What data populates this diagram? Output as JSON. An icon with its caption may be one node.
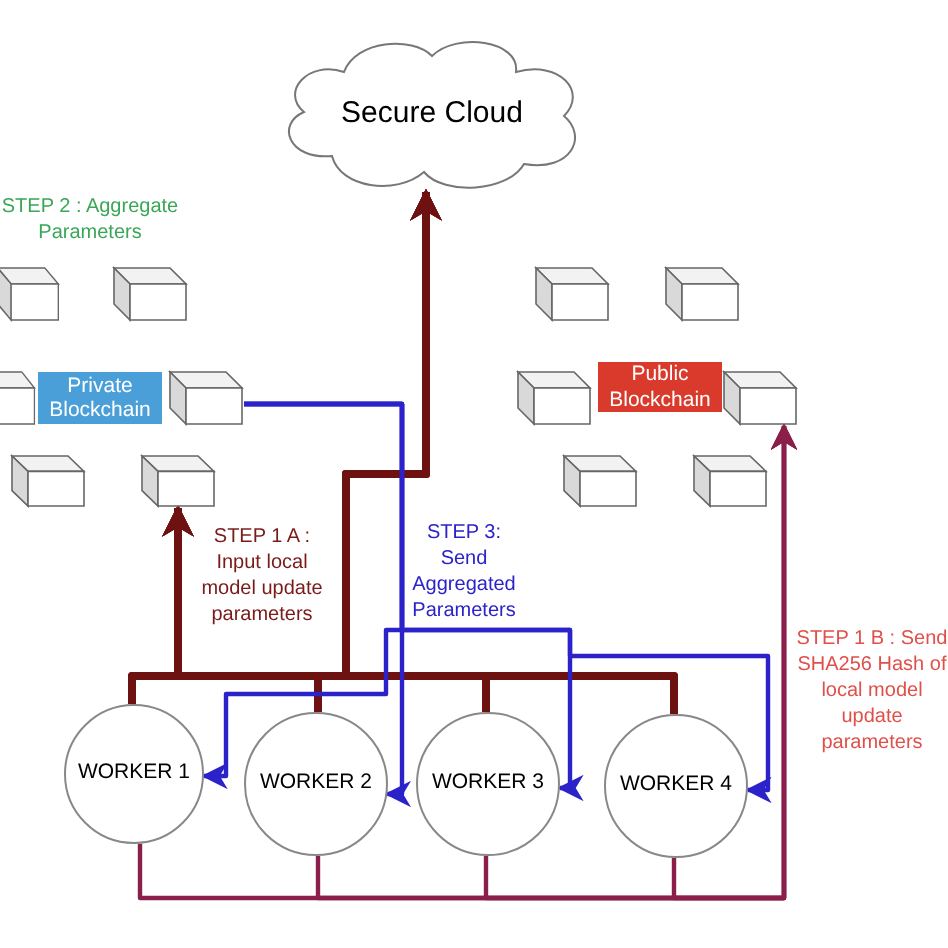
{
  "diagram": {
    "nodes": [
      {
        "text": [
          "Secure Cloud"
        ]
      },
      {
        "text": [],
        "shape": "cube"
      },
      {
        "text": [],
        "shape": "cube"
      },
      {
        "text": [],
        "shape": "cube"
      },
      {
        "text": [
          "Private Blockchain"
        ]
      },
      {
        "text": [],
        "shape": "cube"
      },
      {
        "text": [],
        "shape": "cube"
      },
      {
        "text": [],
        "shape": "cube"
      },
      {
        "text": [],
        "shape": "cube"
      },
      {
        "text": [],
        "shape": "cube"
      },
      {
        "text": [],
        "shape": "cube"
      },
      {
        "text": [
          "Public Blockchain"
        ]
      },
      {
        "text": [],
        "shape": "cube"
      },
      {
        "text": [],
        "shape": "cube"
      },
      {
        "text": [],
        "shape": "cube"
      },
      {
        "text": [
          "WORKER 1"
        ]
      },
      {
        "text": [
          "WORKER 2"
        ]
      },
      {
        "text": [
          "WORKER 3"
        ]
      },
      {
        "text": [
          "WORKER 4"
        ]
      }
    ],
    "edges": [
      {
        "from": 15,
        "to": 7,
        "arrow": "to",
        "style": "thick"
      },
      {
        "from": 16,
        "to": 7,
        "arrow": "to",
        "style": "thick"
      },
      {
        "from": 17,
        "to": 7,
        "arrow": "to",
        "style": "thick"
      },
      {
        "from": 18,
        "to": 7,
        "arrow": "to",
        "style": "thick"
      },
      {
        "from": 15,
        "to": 0,
        "arrow": "to",
        "style": "thick"
      },
      {
        "from": 16,
        "to": 0,
        "arrow": "to",
        "style": "thick"
      },
      {
        "from": 17,
        "to": 0,
        "arrow": "to",
        "style": "thick"
      },
      {
        "from": 18,
        "to": 0,
        "arrow": "to",
        "style": "thick"
      },
      {
        "from": 5,
        "to": 15,
        "arrow": "to",
        "color": "#2b22c9"
      },
      {
        "from": 5,
        "to": 16,
        "arrow": "to",
        "color": "#2b22c9"
      },
      {
        "from": 5,
        "to": 17,
        "arrow": "to",
        "color": "#2b22c9"
      },
      {
        "from": 5,
        "to": 18,
        "arrow": "to",
        "color": "#2b22c9"
      },
      {
        "from": 15,
        "to": 12,
        "arrow": "to",
        "color": "#8a1f4c"
      },
      {
        "from": 16,
        "to": 12,
        "arrow": "to",
        "color": "#8a1f4c"
      },
      {
        "from": 17,
        "to": 12,
        "arrow": "to",
        "color": "#8a1f4c"
      },
      {
        "from": 18,
        "to": 12,
        "arrow": "to",
        "color": "#8a1f4c"
      }
    ],
    "labels": [
      "STEP 2 : Aggregate Parameters",
      "STEP 1 A : Input local model update parameters",
      "STEP 3: Send Aggregated Parameters",
      "STEP 1 B : Send SHA256 Hash of local model update parameters"
    ]
  }
}
